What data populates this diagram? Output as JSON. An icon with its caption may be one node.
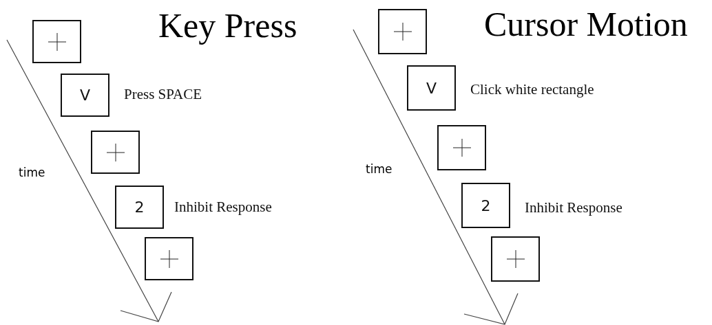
{
  "diagram": {
    "nodes": [
      {
        "text": [],
        "shape": "box"
      },
      {
        "text": [
          "V"
        ],
        "beside": [
          "Press SPACE"
        ]
      },
      {
        "text": [],
        "shape": "box"
      },
      {
        "text": [
          "2"
        ],
        "beside": [
          "Inhibit Response"
        ]
      },
      {
        "text": [],
        "shape": "box"
      },
      {
        "text": [],
        "shape": "box"
      },
      {
        "text": [
          "V"
        ],
        "beside": [
          "Click white rectangle"
        ]
      },
      {
        "text": [],
        "shape": "box"
      },
      {
        "text": [
          "2"
        ],
        "beside": [
          "Inhibit Response"
        ]
      },
      {
        "text": [],
        "shape": "box"
      }
    ],
    "edges": [],
    "labels": [
      "Key Press",
      "time",
      "Cursor Motion",
      "time"
    ]
  }
}
